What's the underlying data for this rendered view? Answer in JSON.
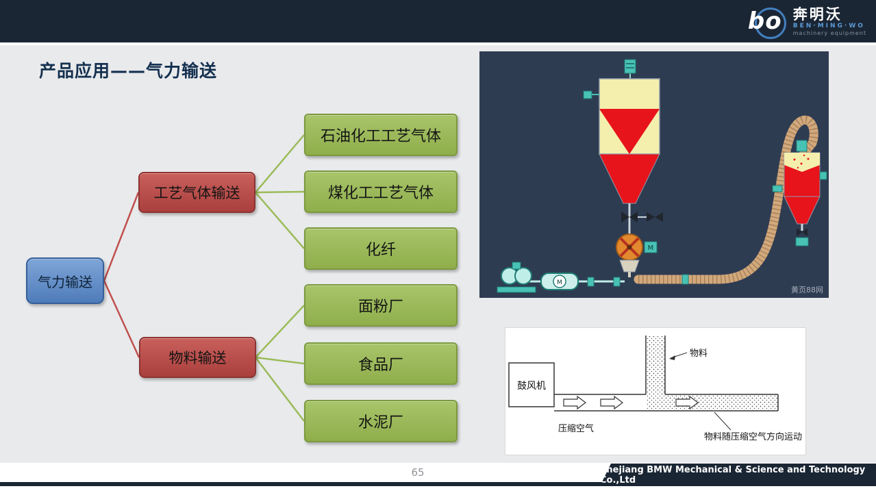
{
  "header": {
    "logo": {
      "symbol": "bo",
      "name_cn": "奔明沃",
      "name_en": "BEN·MING·WO",
      "tagline": "machinery equipment"
    }
  },
  "title": "产品应用——气力输送",
  "tree": {
    "root": {
      "label": "气力输送"
    },
    "branches": [
      {
        "label": "工艺气体输送",
        "children": [
          "石油化工工艺气体",
          "煤化工工艺气体",
          "化纤"
        ]
      },
      {
        "label": "物料输送",
        "children": [
          "面粉厂",
          "食品厂",
          "水泥厂"
        ]
      }
    ]
  },
  "photo": {
    "motor_label": "M",
    "watermark": "黄页88网"
  },
  "schematic": {
    "blower": "鼓风机",
    "material": "物料",
    "compressed_air": "压缩空气",
    "flow_note": "物料随压缩空气方向运动"
  },
  "footer": {
    "page_number": "65",
    "company": "Zhejiang BMW Mechanical & Science and Technology Co.,Ltd"
  },
  "colors": {
    "navy": "#1b2634",
    "root_blue": "#5b87c1",
    "branch_red": "#b94a48",
    "leaf_green": "#9bbb59",
    "background_gray": "#e9eaec"
  }
}
